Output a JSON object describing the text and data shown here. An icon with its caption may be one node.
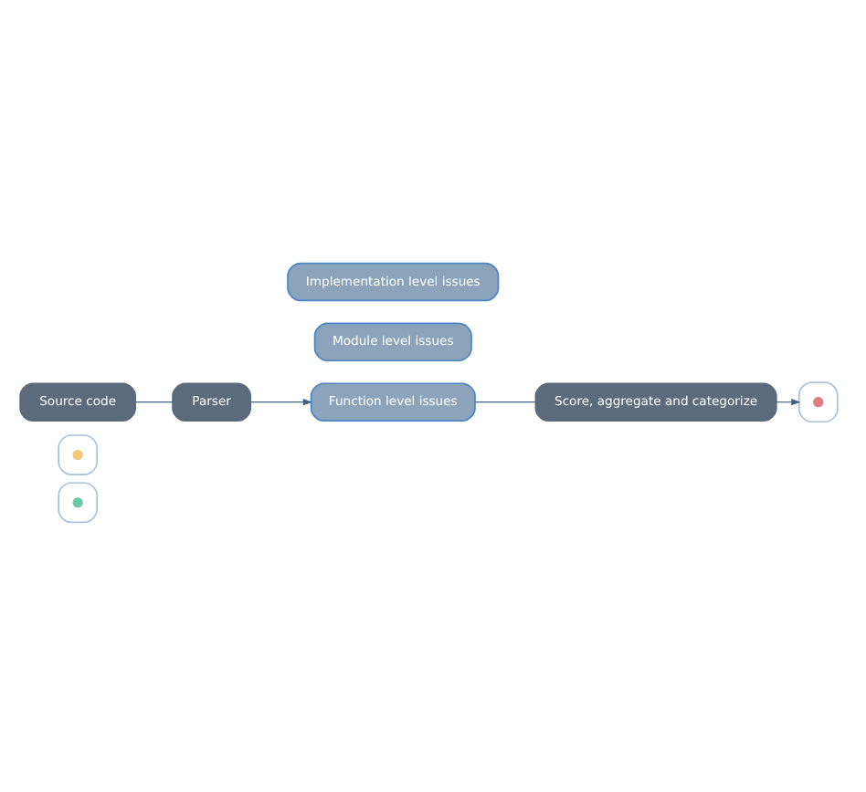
{
  "diagram": {
    "nodes": [
      {
        "text": [],
        "shape": "box"
      },
      {
        "text": [],
        "shape": "circle",
        "in": 0
      },
      {
        "text": [],
        "shape": "box"
      },
      {
        "text": [],
        "shape": "circle",
        "in": 2
      },
      {
        "text": [],
        "shape": "box"
      },
      {
        "text": [],
        "shape": "circle",
        "in": 4
      },
      {
        "text": [
          "Source code"
        ]
      },
      {
        "text": [
          "Parser"
        ]
      },
      {
        "text": [
          "Score, aggregate and categorize"
        ]
      },
      {
        "text": [
          "Module level issues"
        ]
      },
      {
        "text": [
          "Function level issues"
        ]
      },
      {
        "text": [
          "Implementation level issues"
        ]
      }
    ],
    "edges": [
      {
        "from": 6,
        "to": 7,
        "arrow": "none"
      },
      {
        "from": 7,
        "to": 10,
        "arrow": "to"
      },
      {
        "from": 10,
        "to": 8,
        "arrow": "none"
      },
      {
        "from": 8,
        "to": 4,
        "arrow": "to"
      }
    ]
  }
}
